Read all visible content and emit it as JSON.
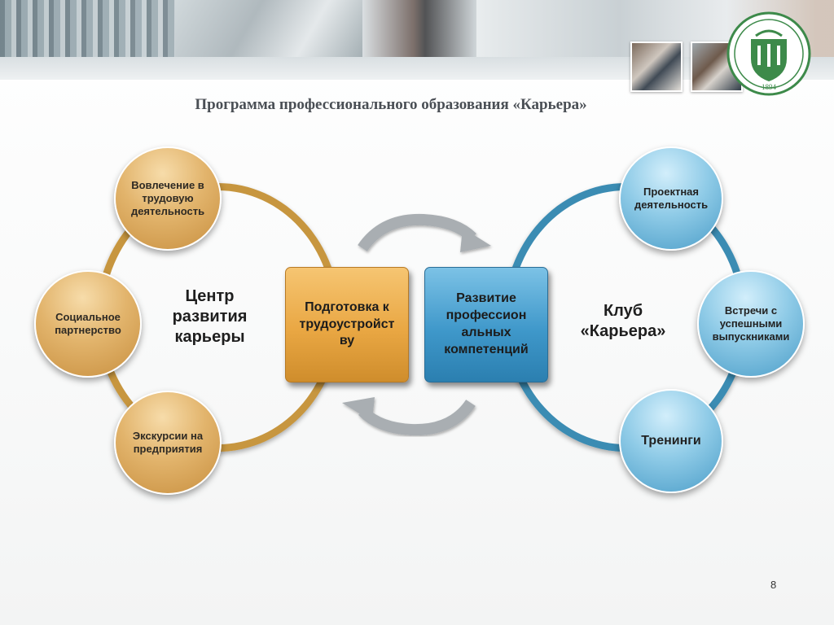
{
  "title": "Программа профессионального образования «Карьера»",
  "left_cluster": {
    "center_label": "Центр развития карьеры",
    "nodes": {
      "top": "Вовлечение в трудовую деятельность",
      "left": "Социальное партнерство",
      "bottom": "Экскурсии на предприятия"
    }
  },
  "center_boxes": {
    "left": "Подготовка к трудоустройст ву",
    "right": "Развитие профессион альных компетенций"
  },
  "right_cluster": {
    "center_label": "Клуб «Карьера»",
    "nodes": {
      "top": "Проектная деятельность",
      "right": "Встречи с успешными выпускниками",
      "bottom": "Тренинги"
    }
  },
  "logo": {
    "year": "1894",
    "icon": "university-emblem-icon"
  },
  "page_number": "8",
  "colors": {
    "gold": "#c7963f",
    "blue": "#3b8cb3",
    "orange_box": "#e9a743",
    "blue_box": "#3f98ca",
    "title": "#4a4f55"
  }
}
